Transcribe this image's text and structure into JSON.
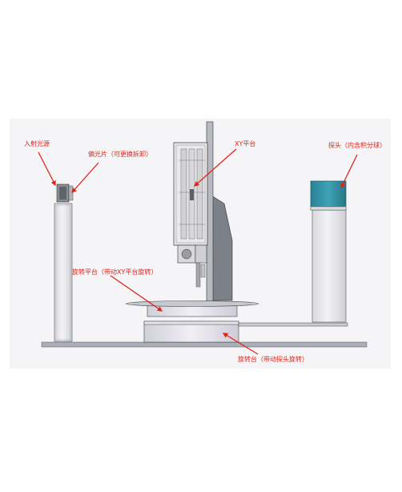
{
  "colors": {
    "annotation": "#e2231a",
    "panel_bg": "#f4f4f6",
    "probe_head": "#2f8ea2",
    "metal_light": "#eceaf0",
    "metal_mid": "#c8c8cc",
    "metal_dark": "#7c8088",
    "base_plate": "#a9aeb8",
    "outline": "#3a3a3a"
  },
  "labels": {
    "light_source": "入射光源",
    "polarizer": "偏光片（可更换拆卸）",
    "xy_stage": "XY平台",
    "probe": "探头（内含积分球）",
    "rotary_platform": "旋转平台（带动XY平台旋转）",
    "rotary_table": "旋转台（带动探头旋转）"
  }
}
